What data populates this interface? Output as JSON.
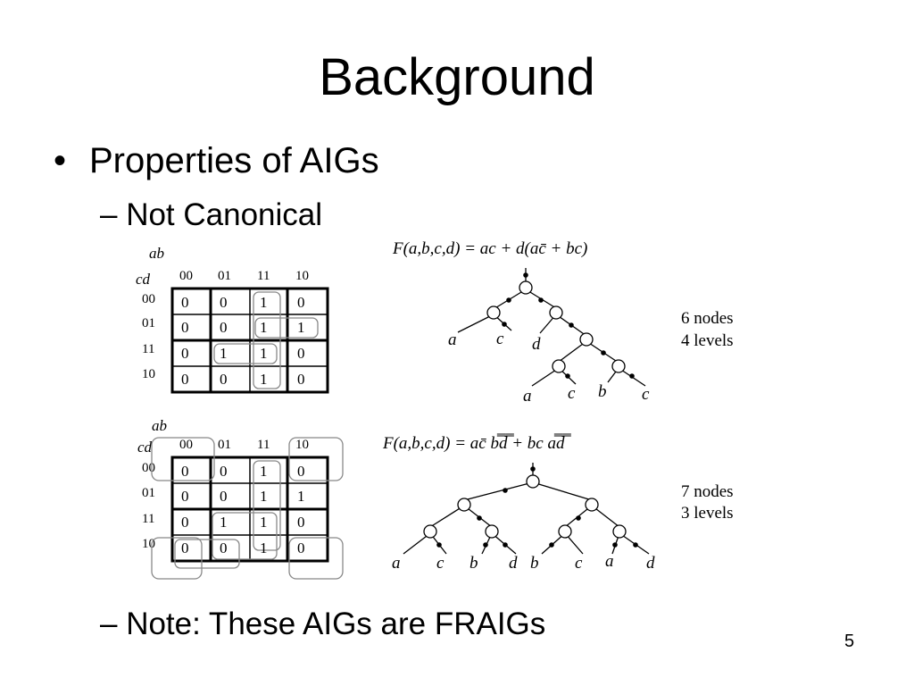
{
  "slide": {
    "title": "Background",
    "bullet": "Properties of AIGs",
    "bullet_marker": "•",
    "sub1": "– Not Canonical",
    "sub2": "– Note: These AIGs are FRAIGs",
    "page_number": "5"
  },
  "kmaps": [
    {
      "row_var": "ab",
      "col_var": "cd",
      "col_headers": [
        "00",
        "01",
        "11",
        "10"
      ],
      "row_headers": [
        "00",
        "01",
        "11",
        "10"
      ],
      "cells": [
        [
          "0",
          "0",
          "1",
          "0"
        ],
        [
          "0",
          "0",
          "1",
          "1"
        ],
        [
          "0",
          "1",
          "1",
          "0"
        ],
        [
          "0",
          "0",
          "1",
          "0"
        ]
      ]
    },
    {
      "row_var": "ab",
      "col_var": "cd",
      "col_headers": [
        "00",
        "01",
        "11",
        "10"
      ],
      "row_headers": [
        "00",
        "01",
        "11",
        "10"
      ],
      "cells": [
        [
          "0",
          "0",
          "1",
          "0"
        ],
        [
          "0",
          "0",
          "1",
          "1"
        ],
        [
          "0",
          "1",
          "1",
          "0"
        ],
        [
          "0",
          "0",
          "1",
          "0"
        ]
      ]
    }
  ],
  "graphs": [
    {
      "formula": "F(a,b,c,d) = ac + d(ac̄ + bc)",
      "leaves": [
        "a",
        "c",
        "d",
        "a",
        "c",
        "b",
        "c"
      ],
      "summary": [
        "6 nodes",
        "4 levels"
      ]
    },
    {
      "formula": "F(a,b,c,d) = ac̄ b̿d̿ + bc a̿d̿",
      "leaves": [
        "a",
        "c",
        "b",
        "d",
        "b",
        "c",
        "a",
        "d"
      ],
      "summary": [
        "7 nodes",
        "3 levels"
      ]
    }
  ]
}
